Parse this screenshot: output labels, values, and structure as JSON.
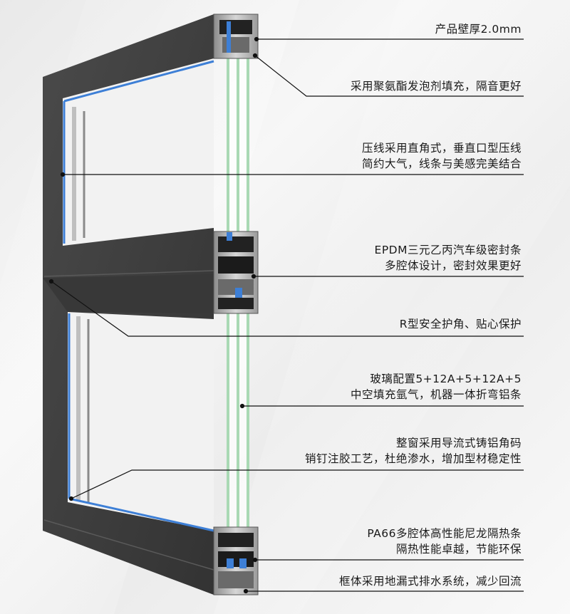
{
  "annotations": [
    {
      "lines": [
        "产品壁厚2.0mm"
      ]
    },
    {
      "lines": [
        "采用聚氨酯发泡剂填充，隔音更好"
      ]
    },
    {
      "lines": [
        "压线采用直角式，垂直口型压线",
        "简约大气，线条与美感完美结合"
      ]
    },
    {
      "lines": [
        "EPDM三元乙丙汽车级密封条",
        "多腔体设计，密封效果更好"
      ]
    },
    {
      "lines": [
        "R型安全护角、贴心保护"
      ]
    },
    {
      "lines": [
        "玻璃配置5+12A+5+12A+5",
        "中空填充氩气，机器一体折弯铝条"
      ]
    },
    {
      "lines": [
        "整窗采用导流式铸铝角码",
        "销钉注胶工艺，杜绝渗水，增加型材稳定性"
      ]
    },
    {
      "lines": [
        "PA66多腔体高性能尼龙隔热条",
        "隔热性能卓越，节能环保"
      ]
    },
    {
      "lines": [
        "框体采用地漏式排水系统，减少回流"
      ]
    }
  ],
  "colors": {
    "frame": "#3d3d3d",
    "frame_dark": "#2c2c2c",
    "frame_light": "#555555",
    "glass": "#a9d9b4",
    "seal_blue": "#3d7fd6",
    "leader_line": "#111111"
  }
}
